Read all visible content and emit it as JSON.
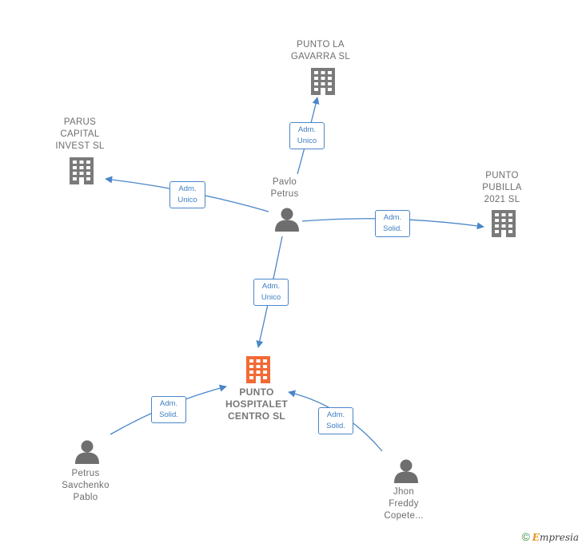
{
  "nodes": {
    "gavarra": {
      "label": "PUNTO LA\nGAVARRA  SL"
    },
    "parus": {
      "label": "PARUS\nCAPITAL\nINVEST  SL"
    },
    "pubilla": {
      "label": "PUNTO\nPUBILLA\n2021  SL"
    },
    "pavlo": {
      "label": "Pavlo\nPetrus"
    },
    "hospitalet": {
      "label": "PUNTO\nHOSPITALET\nCENTRO  SL"
    },
    "petrus": {
      "label": "Petrus\nSavchenko\nPablo"
    },
    "jhon": {
      "label": "Jhon\nFreddy\nCopete..."
    }
  },
  "edges": [
    {
      "id": "pavlo-gavarra",
      "line1": "Adm.",
      "line2": "Unico"
    },
    {
      "id": "pavlo-parus",
      "line1": "Adm.",
      "line2": "Unico"
    },
    {
      "id": "pavlo-pubilla",
      "line1": "Adm.",
      "line2": "Solid."
    },
    {
      "id": "pavlo-hospitalet",
      "line1": "Adm.",
      "line2": "Unico"
    },
    {
      "id": "petrus-hospitalet",
      "line1": "Adm.",
      "line2": "Solid."
    },
    {
      "id": "jhon-hospitalet",
      "line1": "Adm.",
      "line2": "Solid."
    }
  ],
  "colors": {
    "edge": "#4a86c8",
    "company": "#7a7a7a",
    "main_company": "#f26a35",
    "person": "#6e6e6e"
  },
  "footer": {
    "copyright": "©",
    "brand_first": "E",
    "brand_rest": "mpresia"
  }
}
